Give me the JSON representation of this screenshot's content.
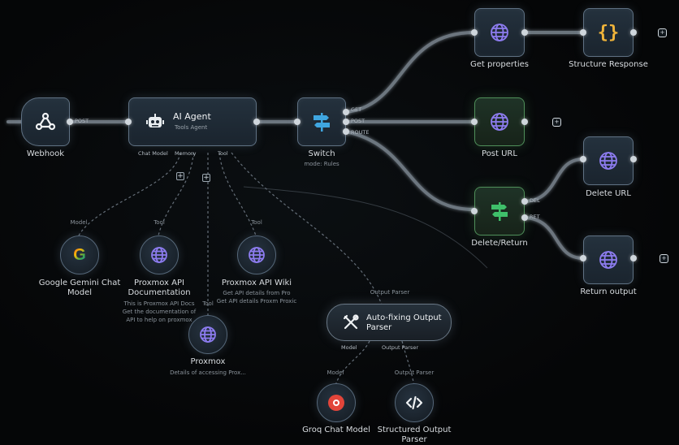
{
  "nodes": {
    "webhook": {
      "label": "Webhook",
      "icon": "webhook-icon"
    },
    "ai_agent": {
      "title": "AI Agent",
      "subtitle": "Tools Agent",
      "icon": "robot-icon",
      "ports": {
        "chat_model": "Chat Model",
        "memory": "Memory",
        "tool": "Tool"
      }
    },
    "switch": {
      "label": "Switch",
      "sub": "mode: Rules",
      "icon": "signpost-icon",
      "outputs": [
        "GET",
        "POST",
        "ROUTE"
      ]
    },
    "get_properties": {
      "label": "Get properties",
      "icon": "globe-icon"
    },
    "structure_response": {
      "label": "Structure Response",
      "icon": "braces-icon"
    },
    "post_url": {
      "label": "Post URL",
      "icon": "globe-icon"
    },
    "delete_return": {
      "label": "Delete/Return",
      "icon": "signpost-icon",
      "outputs": [
        "DEL",
        "RET"
      ]
    },
    "delete_url": {
      "label": "Delete URL",
      "icon": "globe-icon"
    },
    "return_output": {
      "label": "Return output",
      "icon": "globe-icon"
    },
    "google_gemini": {
      "label_line1": "Google Gemini Chat",
      "label_line2": "Model",
      "port": "Model",
      "icon": "google-icon"
    },
    "proxmox_api_doc": {
      "label_line1": "Proxmox API",
      "label_line2": "Documentation",
      "port": "Tool",
      "desc": [
        "This is Proxmox API Docs",
        "Get the documentation of",
        "API to help on proxmox"
      ],
      "icon": "globe-icon"
    },
    "proxmox_api_wiki": {
      "label": "Proxmox API Wiki",
      "port": "Tool",
      "desc": [
        "Get API details from Pro",
        "Get API details Proxm Proxic"
      ],
      "icon": "globe-icon"
    },
    "proxmox": {
      "label": "Proxmox",
      "port": "Tool",
      "desc": "Details of accessing Prox...",
      "icon": "globe-icon"
    },
    "auto_fixing": {
      "label_line1": "Auto-fixing Output",
      "label_line2": "Parser",
      "port_in": "Output Parser",
      "ports": {
        "model": "Model",
        "parser": "Output Parser"
      },
      "icon": "tools-icon"
    },
    "groq": {
      "label": "Groq Chat Model",
      "port": "Model",
      "icon": "groq-icon"
    },
    "structured_output": {
      "label_line1": "Structured Output",
      "label_line2": "Parser",
      "port": "Output Parser",
      "icon": "code-icon"
    }
  },
  "wire_labels": {
    "webhook_out": "POST"
  },
  "colors": {
    "background": "#050607",
    "node_border": "#5f7183",
    "green_border": "#4f8f5a",
    "switch_icon": "#3fa6e0",
    "green_icon": "#3fbf6a",
    "braces": "#f0b43a",
    "globe": "#8d7cf0"
  }
}
